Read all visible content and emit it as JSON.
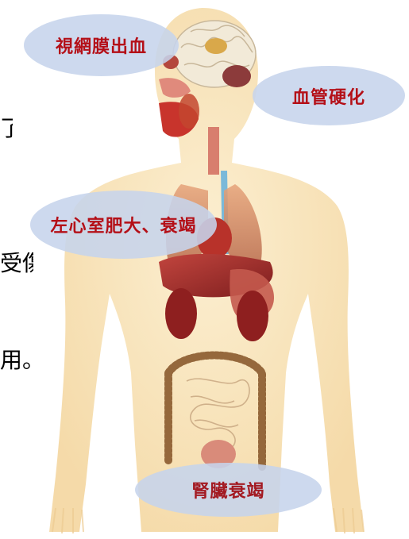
{
  "left_text": {
    "line1": "了",
    "line2": "受傷",
    "line3": "用。"
  },
  "labels": {
    "retina": "視網膜出血",
    "arteries": "血管硬化",
    "heart": "左心室肥大、衰竭",
    "kidney": "腎臟衰竭"
  },
  "colors": {
    "bubble": "#c6d4ec",
    "label_text": "#b40f17",
    "skin": "#f6dcab",
    "organ_red": "#a52a2a",
    "intestine": "#8a5a2e"
  }
}
